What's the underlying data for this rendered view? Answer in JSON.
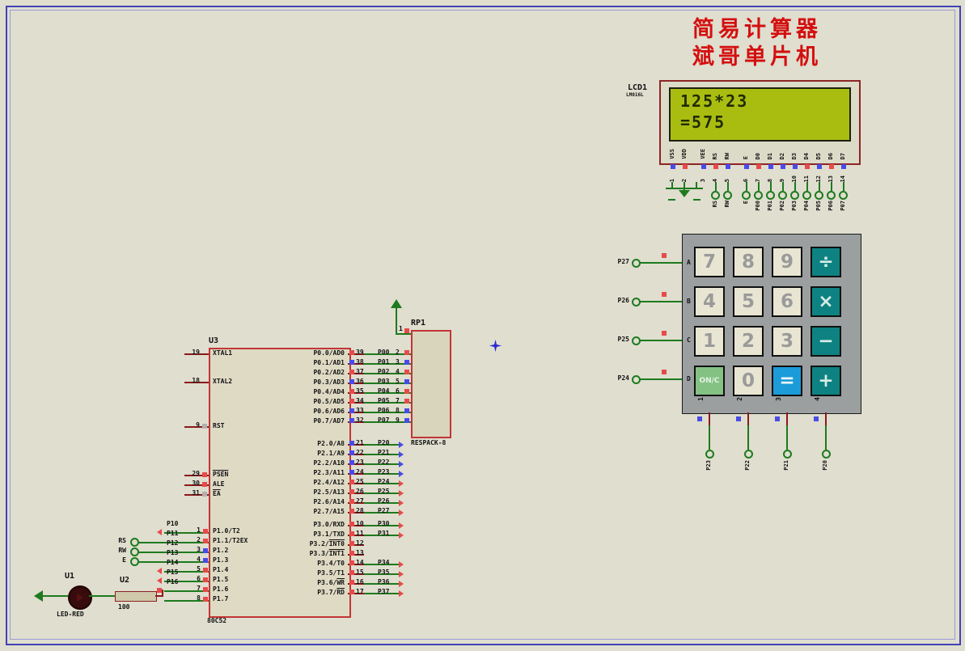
{
  "title": {
    "line1": "简易计算器",
    "line2": "斌哥单片机"
  },
  "lcd": {
    "ref": "LCD1",
    "part": "LM016L",
    "screen": {
      "line1": "125*23",
      "line2": "=575"
    },
    "pins": [
      {
        "num": "1",
        "label": "VSS",
        "state": "#4a4ae8"
      },
      {
        "num": "2",
        "label": "VDD",
        "state": "#e84a4a"
      },
      {
        "num": "3",
        "label": "VEE",
        "state": "#4a4ae8"
      },
      {
        "num": "4",
        "label": "RS",
        "state": "#e84a4a"
      },
      {
        "num": "5",
        "label": "RW",
        "state": "#4a4ae8"
      },
      {
        "num": "6",
        "label": "E",
        "state": "#4a4ae8"
      },
      {
        "num": "7",
        "label": "D0",
        "state": "#e84a4a"
      },
      {
        "num": "8",
        "label": "D1",
        "state": "#4a4ae8"
      },
      {
        "num": "9",
        "label": "D2",
        "state": "#4a4ae8"
      },
      {
        "num": "10",
        "label": "D3",
        "state": "#4a4ae8"
      },
      {
        "num": "11",
        "label": "D4",
        "state": "#e84a4a"
      },
      {
        "num": "12",
        "label": "D5",
        "state": "#4a4ae8"
      },
      {
        "num": "13",
        "label": "D6",
        "state": "#e84a4a"
      },
      {
        "num": "14",
        "label": "D7",
        "state": "#4a4ae8"
      }
    ],
    "terminals": [
      "RS",
      "RW",
      "E",
      "P00",
      "P01",
      "P02",
      "P03",
      "P04",
      "P05",
      "P06",
      "P07"
    ]
  },
  "keypad": {
    "rows": [
      {
        "letter": "A",
        "terminal": "P27"
      },
      {
        "letter": "B",
        "terminal": "P26"
      },
      {
        "letter": "C",
        "terminal": "P25"
      },
      {
        "letter": "D",
        "terminal": "P24"
      }
    ],
    "cols": [
      {
        "num": "1",
        "terminal": "P23"
      },
      {
        "num": "2",
        "terminal": "P22"
      },
      {
        "num": "3",
        "terminal": "P21"
      },
      {
        "num": "4",
        "terminal": "P20"
      }
    ],
    "keys": [
      {
        "label": "7",
        "bg": "#e9e5d3",
        "fg": "#9a9a9a"
      },
      {
        "label": "8",
        "bg": "#e9e5d3",
        "fg": "#9a9a9a"
      },
      {
        "label": "9",
        "bg": "#e9e5d3",
        "fg": "#9a9a9a"
      },
      {
        "label": "÷",
        "bg": "#0e8282",
        "fg": "#d6ece6"
      },
      {
        "label": "4",
        "bg": "#e9e5d3",
        "fg": "#9a9a9a"
      },
      {
        "label": "5",
        "bg": "#e9e5d3",
        "fg": "#9a9a9a"
      },
      {
        "label": "6",
        "bg": "#e9e5d3",
        "fg": "#9a9a9a"
      },
      {
        "label": "×",
        "bg": "#0e8282",
        "fg": "#d6ece6"
      },
      {
        "label": "1",
        "bg": "#e9e5d3",
        "fg": "#9a9a9a"
      },
      {
        "label": "2",
        "bg": "#e9e5d3",
        "fg": "#9a9a9a"
      },
      {
        "label": "3",
        "bg": "#e9e5d3",
        "fg": "#9a9a9a"
      },
      {
        "label": "−",
        "bg": "#0e8282",
        "fg": "#d6ece6"
      },
      {
        "label": "ON/C",
        "bg": "#84c284",
        "fg": "#e4f2e4"
      },
      {
        "label": "0",
        "bg": "#e9e5d3",
        "fg": "#9a9a9a"
      },
      {
        "label": "=",
        "bg": "#1b9cd8",
        "fg": "#eef6fa"
      },
      {
        "label": "+",
        "bg": "#0e8282",
        "fg": "#d6ece6"
      }
    ]
  },
  "mcu": {
    "ref": "U3",
    "part": "80C52",
    "ctrl_pins": [
      {
        "num": "19",
        "pre": "XTAL1",
        "bar": "",
        "state": ""
      },
      {
        "num": "18",
        "pre": "XTAL2",
        "bar": "",
        "state": ""
      },
      {
        "num": "9",
        "pre": "RST",
        "bar": "",
        "state": "#b0b0b0"
      },
      {
        "num": "29",
        "pre": "",
        "bar": "PSEN",
        "state": "#e84a4a"
      },
      {
        "num": "30",
        "pre": "ALE",
        "bar": "",
        "state": "#e84a4a"
      },
      {
        "num": "31",
        "pre": "",
        "bar": "EA",
        "state": "#b0b0b0"
      }
    ],
    "p1_pins": [
      {
        "num": "1",
        "name": "P1.0/T2",
        "net": "P10",
        "state": "#e84a4a",
        "term": "",
        "term_d": "none",
        "arrow_d": "block",
        "junc_d": "none"
      },
      {
        "num": "2",
        "name": "P1.1/T2EX",
        "net": "P11",
        "state": "#e84a4a",
        "term": "RS",
        "term_d": "block",
        "arrow_d": "none",
        "junc_d": "none"
      },
      {
        "num": "3",
        "name": "P1.2",
        "net": "P12",
        "state": "#4a4ae8",
        "term": "RW",
        "term_d": "block",
        "arrow_d": "none",
        "junc_d": "none"
      },
      {
        "num": "4",
        "name": "P1.3",
        "net": "P13",
        "state": "#4a4ae8",
        "term": "E",
        "term_d": "block",
        "arrow_d": "none",
        "junc_d": "none"
      },
      {
        "num": "5",
        "name": "P1.4",
        "net": "P14",
        "state": "#e84a4a",
        "term": "",
        "term_d": "none",
        "arrow_d": "block",
        "junc_d": "none"
      },
      {
        "num": "6",
        "name": "P1.5",
        "net": "P15",
        "state": "#e84a4a",
        "term": "",
        "term_d": "none",
        "arrow_d": "block",
        "junc_d": "none"
      },
      {
        "num": "7",
        "name": "P1.6",
        "net": "P16",
        "state": "#e84a4a",
        "term": "",
        "term_d": "none",
        "arrow_d": "none",
        "junc_d": "block"
      },
      {
        "num": "8",
        "name": "P1.7",
        "net": "",
        "state": "#e84a4a",
        "term": "",
        "term_d": "none",
        "arrow_d": "none",
        "junc_d": "none"
      }
    ],
    "p0_pins": [
      {
        "num": "39",
        "name": "P0.0/AD0",
        "net": "P00",
        "rpnum": "2",
        "state": "#e84a4a",
        "rstate": "#e84a4a"
      },
      {
        "num": "38",
        "name": "P0.1/AD1",
        "net": "P01",
        "rpnum": "3",
        "state": "#4a4ae8",
        "rstate": "#4a4ae8"
      },
      {
        "num": "37",
        "name": "P0.2/AD2",
        "net": "P02",
        "rpnum": "4",
        "state": "#e84a4a",
        "rstate": "#e84a4a"
      },
      {
        "num": "36",
        "name": "P0.3/AD3",
        "net": "P03",
        "rpnum": "5",
        "state": "#4a4ae8",
        "rstate": "#4a4ae8"
      },
      {
        "num": "35",
        "name": "P0.4/AD4",
        "net": "P04",
        "rpnum": "6",
        "state": "#e84a4a",
        "rstate": "#e84a4a"
      },
      {
        "num": "34",
        "name": "P0.5/AD5",
        "net": "P05",
        "rpnum": "7",
        "state": "#e84a4a",
        "rstate": "#e84a4a"
      },
      {
        "num": "33",
        "name": "P0.6/AD6",
        "net": "P06",
        "rpnum": "8",
        "state": "#4a4ae8",
        "rstate": "#4a4ae8"
      },
      {
        "num": "32",
        "name": "P0.7/AD7",
        "net": "P07",
        "rpnum": "9",
        "state": "#4a4ae8",
        "rstate": "#4a4ae8"
      }
    ],
    "p2_pins": [
      {
        "num": "21",
        "name": "P2.0/A8",
        "net": "P20",
        "state": "#4a4ae8"
      },
      {
        "num": "22",
        "name": "P2.1/A9",
        "net": "P21",
        "state": "#4a4ae8"
      },
      {
        "num": "23",
        "name": "P2.2/A10",
        "net": "P22",
        "state": "#4a4ae8"
      },
      {
        "num": "24",
        "name": "P2.3/A11",
        "net": "P23",
        "state": "#4a4ae8"
      },
      {
        "num": "25",
        "name": "P2.4/A12",
        "net": "P24",
        "state": "#e84a4a"
      },
      {
        "num": "26",
        "name": "P2.5/A13",
        "net": "P25",
        "state": "#e84a4a"
      },
      {
        "num": "27",
        "name": "P2.6/A14",
        "net": "P26",
        "state": "#e84a4a"
      },
      {
        "num": "28",
        "name": "P2.7/A15",
        "net": "P27",
        "state": "#e84a4a"
      }
    ],
    "p3_pins": [
      {
        "num": "10",
        "pre": "P3.0/RXD",
        "bar": "",
        "net": "P30",
        "state": "#e84a4a",
        "wire_d": "block"
      },
      {
        "num": "11",
        "pre": "P3.1/TXD",
        "bar": "",
        "net": "P31",
        "state": "#e84a4a",
        "wire_d": "block"
      },
      {
        "num": "12",
        "pre": "P3.2/",
        "bar": "INT0",
        "net": "",
        "state": "#e84a4a",
        "wire_d": "none"
      },
      {
        "num": "13",
        "pre": "P3.3/",
        "bar": "INT1",
        "net": "",
        "state": "#e84a4a",
        "wire_d": "none"
      },
      {
        "num": "14",
        "pre": "P3.4/T0",
        "bar": "",
        "net": "P34",
        "state": "#e84a4a",
        "wire_d": "block"
      },
      {
        "num": "15",
        "pre": "P3.5/T1",
        "bar": "",
        "net": "P35",
        "state": "#e84a4a",
        "wire_d": "block"
      },
      {
        "num": "16",
        "pre": "P3.6/",
        "bar": "WR",
        "net": "P36",
        "state": "#e84a4a",
        "wire_d": "block"
      },
      {
        "num": "17",
        "pre": "P3.7/",
        "bar": "RD",
        "net": "P37",
        "state": "#e84a4a",
        "wire_d": "block"
      }
    ]
  },
  "respack": {
    "ref": "RP1",
    "part": "RESPACK-8",
    "pin1_num": "1",
    "pin1_state": "#e84a4a"
  },
  "led": {
    "ref": "U1",
    "part": "LED-RED"
  },
  "resistor": {
    "ref": "U2",
    "value": "100"
  },
  "colors": {
    "sheet_bg": "#dfdecf",
    "sheet_border": "#4141b6",
    "wire": "#1e7a1e",
    "pin_stub": "#8b1a1a",
    "chip_border": "#c23535",
    "state_high": "#e84a4a",
    "state_low": "#4a4ae8",
    "lcd_screen": "#a9bd11",
    "title_red": "#d40f0f",
    "keypad_panel": "#9b9f9f"
  }
}
